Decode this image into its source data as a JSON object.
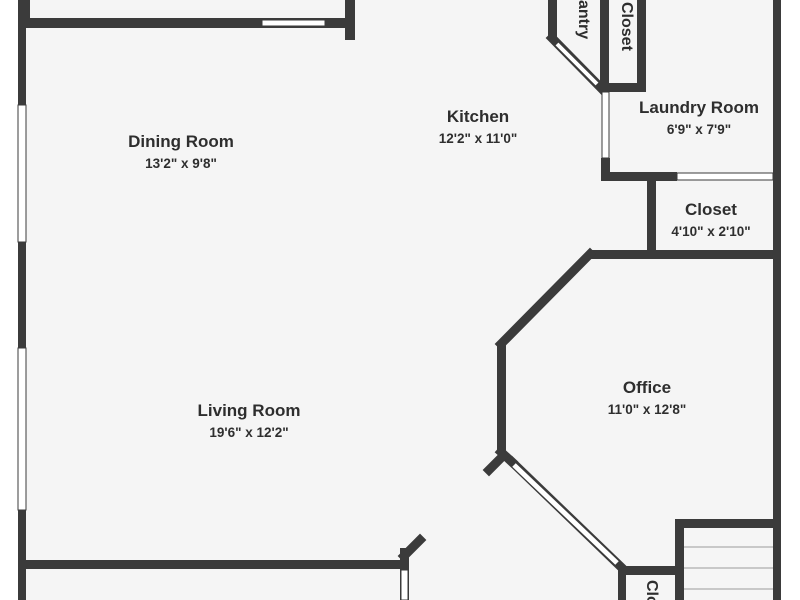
{
  "colors": {
    "wall": "#3b3b3b",
    "floor": "#f5f5f5",
    "window": "#ffffff",
    "text": "#2e2e2e"
  },
  "rooms": {
    "dining_room": {
      "name": "Dining Room",
      "dims": "13'2\" x 9'8\""
    },
    "kitchen": {
      "name": "Kitchen",
      "dims": "12'2\" x 11'0\""
    },
    "laundry_room": {
      "name": "Laundry Room",
      "dims": "6'9\" x 7'9\""
    },
    "closet_laundry": {
      "name": "Closet",
      "dims": "4'10\" x 2'10\""
    },
    "office": {
      "name": "Office",
      "dims": "11'0\" x 12'8\""
    },
    "living_room": {
      "name": "Living Room",
      "dims": "19'6\" x 12'2\""
    },
    "pantry": {
      "name": "antry"
    },
    "closet_top": {
      "name": "Closet"
    },
    "closet_bottom": {
      "name": "Clo"
    }
  }
}
